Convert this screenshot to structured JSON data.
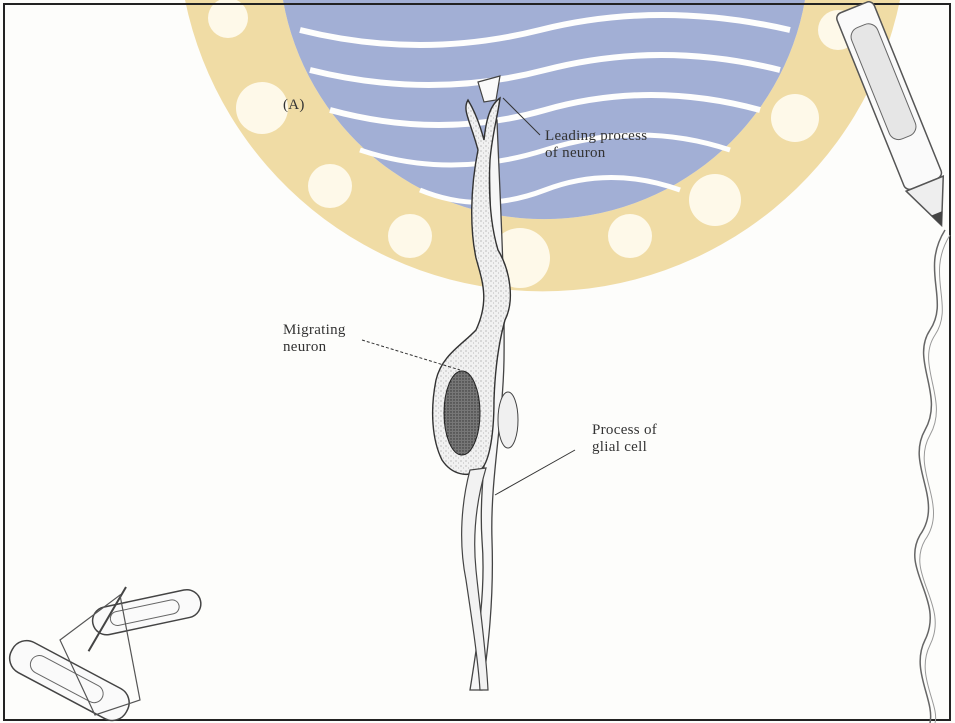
{
  "figure": {
    "panel_label": "(A)",
    "labels": {
      "leading_process_line1": "Leading process",
      "leading_process_line2": "of neuron",
      "migrating_neuron_line1": "Migrating",
      "migrating_neuron_line2": "neuron",
      "glial_process_line1": "Process of",
      "glial_process_line2": "glial cell"
    }
  },
  "colors": {
    "watermark_blue": "#3b55a8",
    "watermark_gold": "#e7c260",
    "ink": "#333333",
    "cell_fill": "#eeeeee"
  }
}
